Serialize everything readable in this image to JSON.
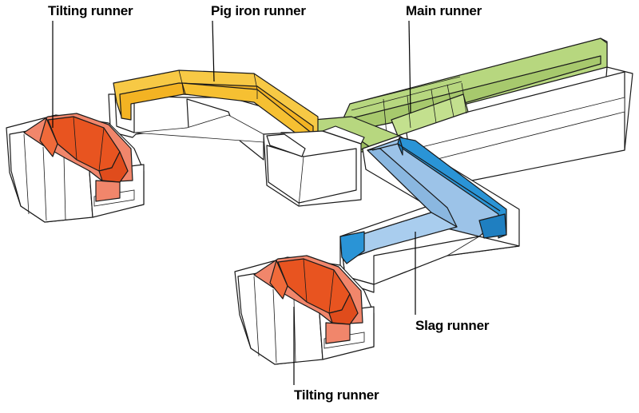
{
  "labels": {
    "tilting_runner_top": "Tilting runner",
    "pig_iron_runner": "Pig iron runner",
    "main_runner": "Main runner",
    "slag_runner": "Slag runner",
    "tilting_runner_bottom": "Tilting runner"
  },
  "colors": {
    "pig_iron": "#f6c032",
    "main": "#b7d77f",
    "slag_light": "#9cc3e8",
    "slag_dark": "#2a94d6",
    "tilting_light": "#f1866b",
    "tilting_dark": "#e85420",
    "refractory": "#ffffff"
  }
}
